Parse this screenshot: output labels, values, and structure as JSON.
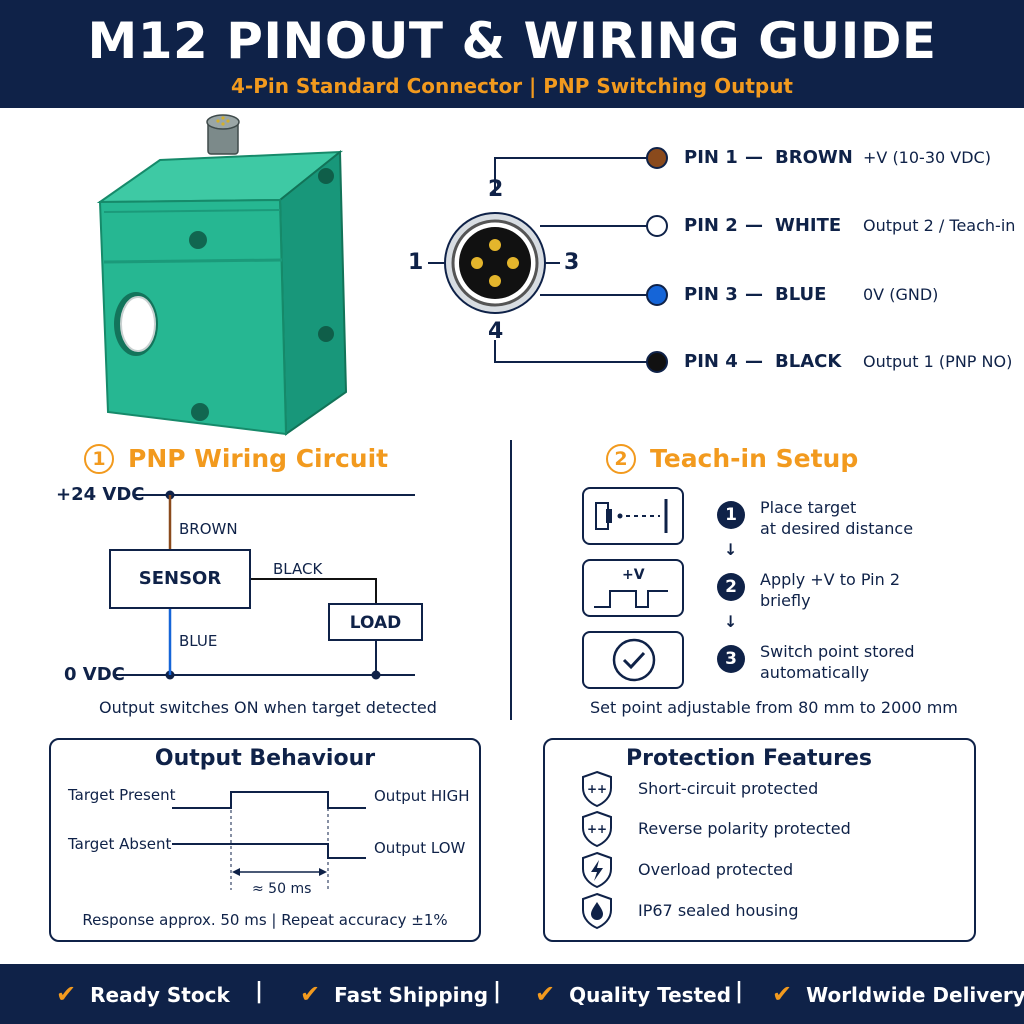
{
  "header": {
    "title": "M12 PINOUT & WIRING GUIDE",
    "subtitle": "4-Pin Standard Connector | PNP Switching Output"
  },
  "connector": {
    "pin_numbers": [
      "1",
      "2",
      "3",
      "4"
    ]
  },
  "pins": [
    {
      "label": "PIN 1",
      "dash": "—",
      "color_name": "BROWN",
      "desc": "+V (10-30 VDC)",
      "color": "#8a4a1c"
    },
    {
      "label": "PIN 2",
      "dash": "—",
      "color_name": "WHITE",
      "desc": "Output 2 / Teach-in",
      "color": "#ffffff"
    },
    {
      "label": "PIN 3",
      "dash": "—",
      "color_name": "BLUE",
      "desc": "0V (GND)",
      "color": "#1565d8"
    },
    {
      "label": "PIN 4",
      "dash": "—",
      "color_name": "BLACK",
      "desc": "Output 1 (PNP NO)",
      "color": "#111111"
    }
  ],
  "wiring": {
    "number": "1",
    "title": "PNP Wiring Circuit",
    "supply_label": "+24 VDC",
    "ground_label": "0 VDC",
    "brown_label": "BROWN",
    "black_label": "BLACK",
    "blue_label": "BLUE",
    "sensor_label": "SENSOR",
    "load_label": "LOAD",
    "caption": "Output switches ON when target detected"
  },
  "teach": {
    "number": "2",
    "title": "Teach-in Setup",
    "voltage_label": "+V",
    "steps": [
      {
        "num": "1",
        "line1": "Place target",
        "line2": "at desired distance"
      },
      {
        "num": "2",
        "line1": "Apply +V to Pin 2",
        "line2": "briefly"
      },
      {
        "num": "3",
        "line1": "Switch point stored",
        "line2": "automatically"
      }
    ],
    "caption": "Set point adjustable from 80 mm to 2000 mm"
  },
  "output": {
    "title": "Output Behaviour",
    "present_label": "Target Present",
    "absent_label": "Target Absent",
    "high_label": "Output HIGH",
    "low_label": "Output LOW",
    "delay_label": "≈ 50 ms",
    "caption": "Response approx. 50 ms  |  Repeat accuracy ±1%"
  },
  "protection": {
    "title": "Protection Features",
    "items": [
      {
        "label": "Short-circuit protected",
        "icon": "shield-plus-icon"
      },
      {
        "label": "Reverse polarity protected",
        "icon": "shield-plus-icon"
      },
      {
        "label": "Overload protected",
        "icon": "shield-lightning-icon"
      },
      {
        "label": "IP67 sealed housing",
        "icon": "shield-drop-icon"
      }
    ]
  },
  "footer": {
    "items": [
      "Ready Stock",
      "Fast Shipping",
      "Quality Tested",
      "Worldwide Delivery"
    ],
    "separator": "|"
  },
  "colors": {
    "navy": "#0f2248",
    "orange": "#f29a1e",
    "sensor_green": "#22b08c"
  }
}
